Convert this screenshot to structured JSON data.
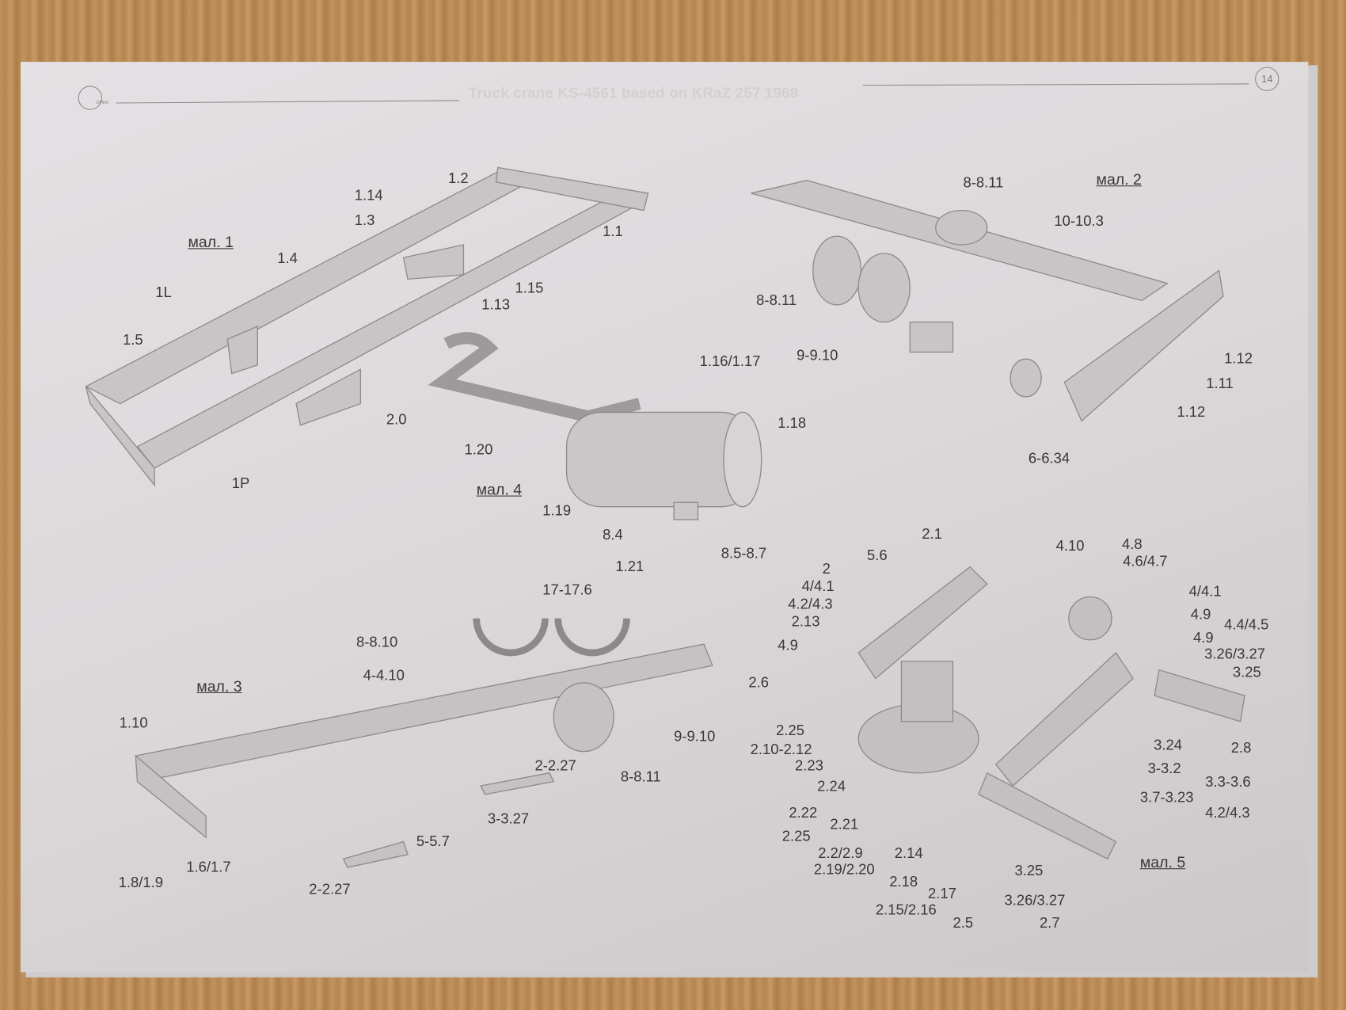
{
  "header": {
    "title": "Truck crane KS-4561 based on KRaZ 257  1968",
    "page_number": "14",
    "logo_text": "OPEN"
  },
  "figures": {
    "fig1": {
      "caption": "мал. 1",
      "labels": [
        "1.2",
        "1.14",
        "1.3",
        "1.4",
        "1L",
        "1.5",
        "1.1",
        "1.15",
        "1.13",
        "2.0",
        "1P"
      ]
    },
    "fig2": {
      "caption": "мал. 2",
      "labels": [
        "8-8.11",
        "10-10.3",
        "8-8.11",
        "9-9.10",
        "1.12",
        "1.11",
        "1.12",
        "6-6.34"
      ]
    },
    "fig3": {
      "caption": "мал. 3",
      "labels": [
        "17-17.6",
        "8-8.10",
        "4-4.10",
        "1.10",
        "9-9.10",
        "2-2.27",
        "8-8.11",
        "3-3.27",
        "5-5.7",
        "1.6/1.7",
        "1.8/1.9",
        "2-2.27"
      ]
    },
    "fig4": {
      "caption": "мал. 4",
      "labels": [
        "1.16/1.17",
        "1.18",
        "1.20",
        "1.19",
        "8.4",
        "1.21",
        "8.5-8.7"
      ]
    },
    "fig5": {
      "caption": "мал. 5",
      "labels": [
        "2.1",
        "4.10",
        "4.8",
        "4.6/4.7",
        "5.6",
        "2",
        "4/4.1",
        "4.2/4.3",
        "2.13",
        "4/4.1",
        "4.9",
        "4.4/4.5",
        "4.9",
        "3.26/3.27",
        "3.25",
        "4.9",
        "2.6",
        "2.25",
        "2.10-2.12",
        "2.23",
        "3.24",
        "2.8",
        "3-3.2",
        "3.3-3.6",
        "2.24",
        "3.7-3.23",
        "4.2/4.3",
        "2.22",
        "2.21",
        "2.25",
        "2.2/2.9",
        "2.14",
        "2.19/2.20",
        "3.25",
        "2.18",
        "2.17",
        "3.26/3.27",
        "2.15/2.16",
        "2.5",
        "2.7"
      ]
    }
  }
}
